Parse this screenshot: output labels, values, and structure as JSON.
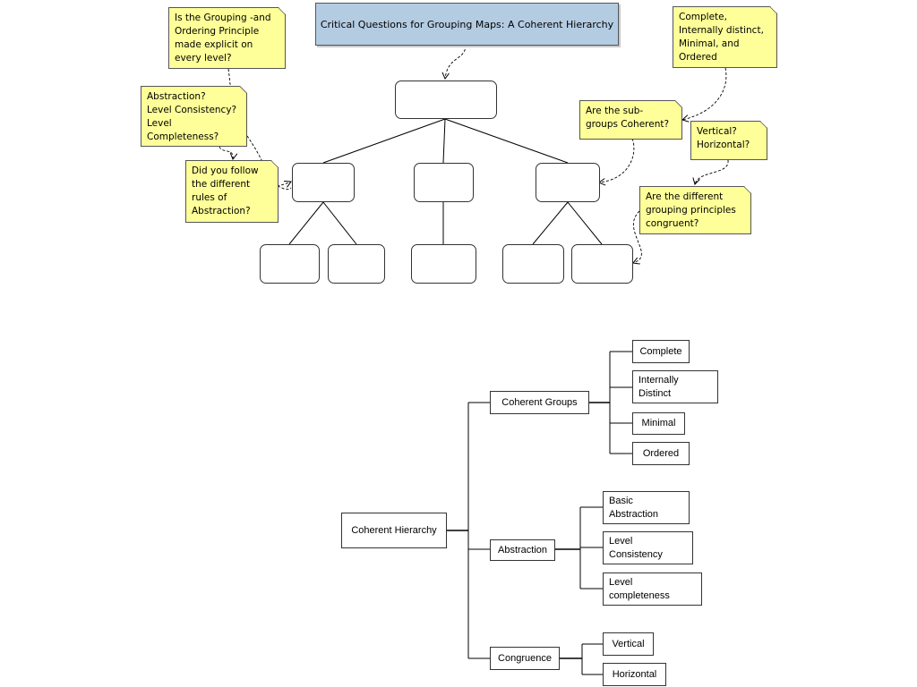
{
  "top_diagram": {
    "title": "Critical Questions for Grouping Maps: A Coherent Hierarchy",
    "notes": {
      "grouping_principle": "Is the Grouping -and\nOrdering Principle\nmade explicit on\nevery level?",
      "abstraction_level": "Abstraction?\nLevel Consistency?\nLevel\nCompleteness?",
      "rules_of_abstraction": "Did you follow\nthe different\nrules of\nAbstraction?",
      "complete_distinct": "Complete,\nInternally distinct,\nMinimal, and\nOrdered",
      "subgroups_coherent": "Are the sub-\ngroups Coherent?",
      "vertical_horizontal": "Vertical?\nHorizontal?",
      "grouping_congruent": "Are the different\ngrouping principles\ncongruent?"
    }
  },
  "tree": {
    "root": "Coherent Hierarchy",
    "groups": [
      {
        "label": "Coherent Groups",
        "children": [
          "Complete",
          "Internally\nDistinct",
          "Minimal",
          "Ordered"
        ]
      },
      {
        "label": "Abstraction",
        "children": [
          "Basic\nAbstraction",
          "Level\nConsistency",
          "Level\ncompleteness"
        ]
      },
      {
        "label": "Congruence",
        "children": [
          "Vertical",
          "Horizontal"
        ]
      }
    ]
  },
  "colors": {
    "note_fill": "#ffff99",
    "title_fill": "#b4cce2",
    "line": "#000000"
  }
}
